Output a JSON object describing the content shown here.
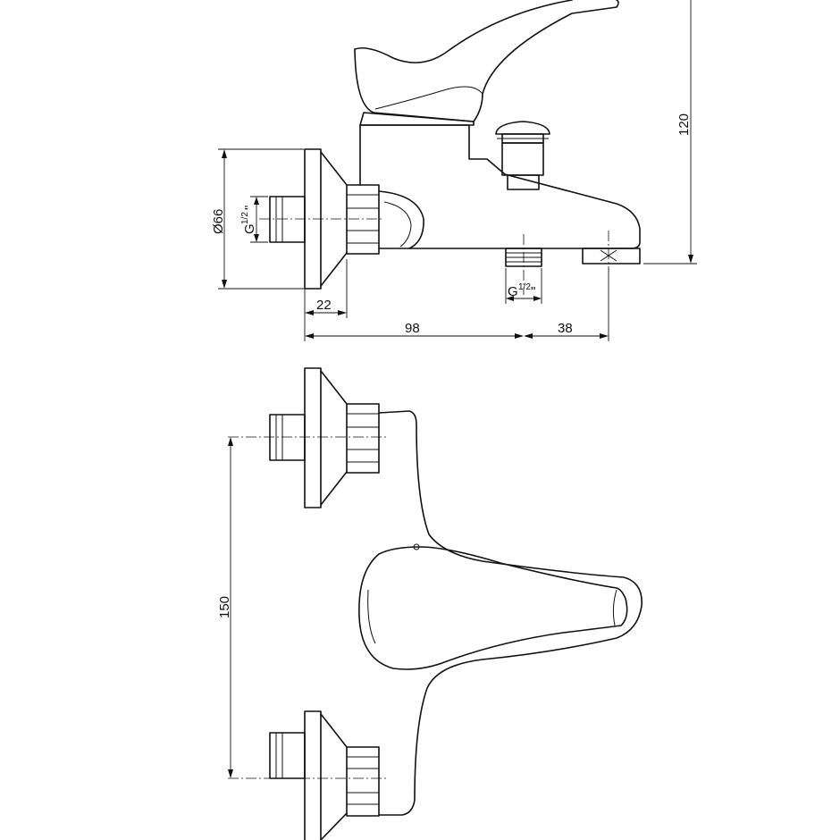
{
  "dimensions": {
    "diameter": "Ø66",
    "thread": "G",
    "thread_fraction": "1/2",
    "thread_mark": "\"",
    "d22": "22",
    "d98": "98",
    "d38": "38",
    "d120": "120",
    "d150": "150"
  }
}
